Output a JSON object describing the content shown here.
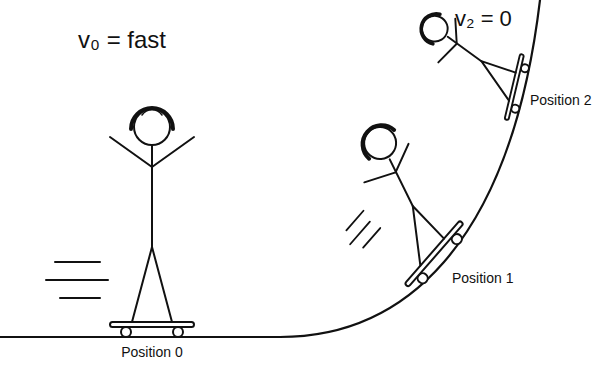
{
  "diagram": {
    "labels": [
      "v₀ = fast",
      "v₂ = 0",
      "Position 0",
      "Position 1",
      "Position 2"
    ]
  }
}
